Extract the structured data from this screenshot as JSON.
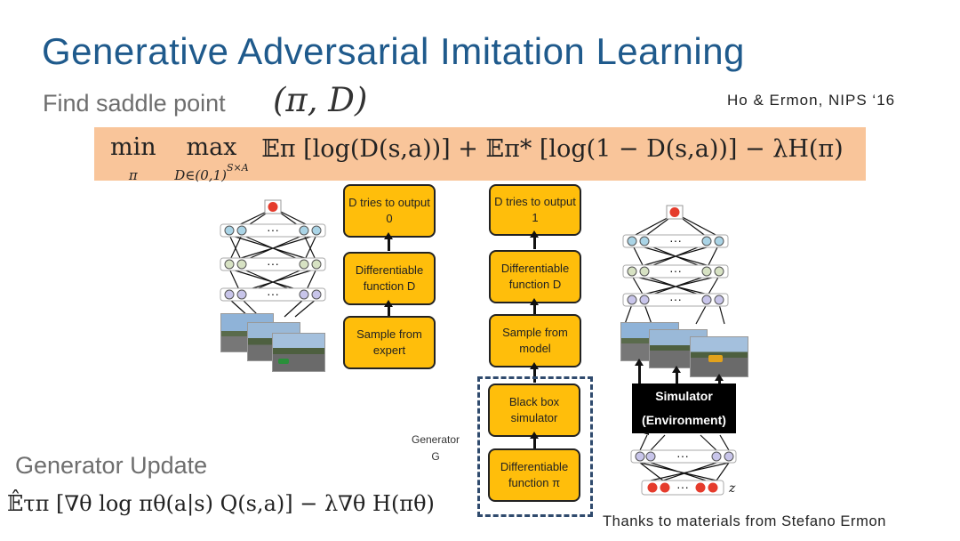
{
  "slide": {
    "title": "Generative Adversarial Imitation Learning",
    "subtitle_text": "Find saddle point",
    "subtitle_math": "(π, D)",
    "citation": "Ho & Ermon, NIPS ‘16",
    "objective": {
      "min_op": "min",
      "min_sub": "π",
      "max_op": "max",
      "max_sub": "D∈(0,1)",
      "max_sup": "S×A",
      "body": "𝔼π [log(D(s,a))] + 𝔼π* [log(1 − D(s,a))] − λH(π)"
    },
    "highlight_color": "#f9c59a",
    "box_color": "#ffbe0b",
    "title_color": "#1f5a8c"
  },
  "expert_branch": {
    "top": "D tries to output 0",
    "middle": "Differentiable function D",
    "bottom": "Sample from expert"
  },
  "model_branch": {
    "top": "D tries to output 1",
    "middle": "Differentiable function D",
    "sample": "Sample from model",
    "simulator": "Black box simulator",
    "policy": "Differentiable function π"
  },
  "generator_label": {
    "line1": "Generator",
    "line2": "G"
  },
  "simulator_box": {
    "line1": "Simulator",
    "line2": "(Environment)"
  },
  "noise_label": "z",
  "ellipsis": "···",
  "generator_update": {
    "heading": "Generator Update",
    "formula": "𝔼̂τπ [∇θ log πθ(a|s) Q(s,a)] − λ∇θ H(πθ)"
  },
  "thanks": "Thanks to materials from Stefano Ermon"
}
